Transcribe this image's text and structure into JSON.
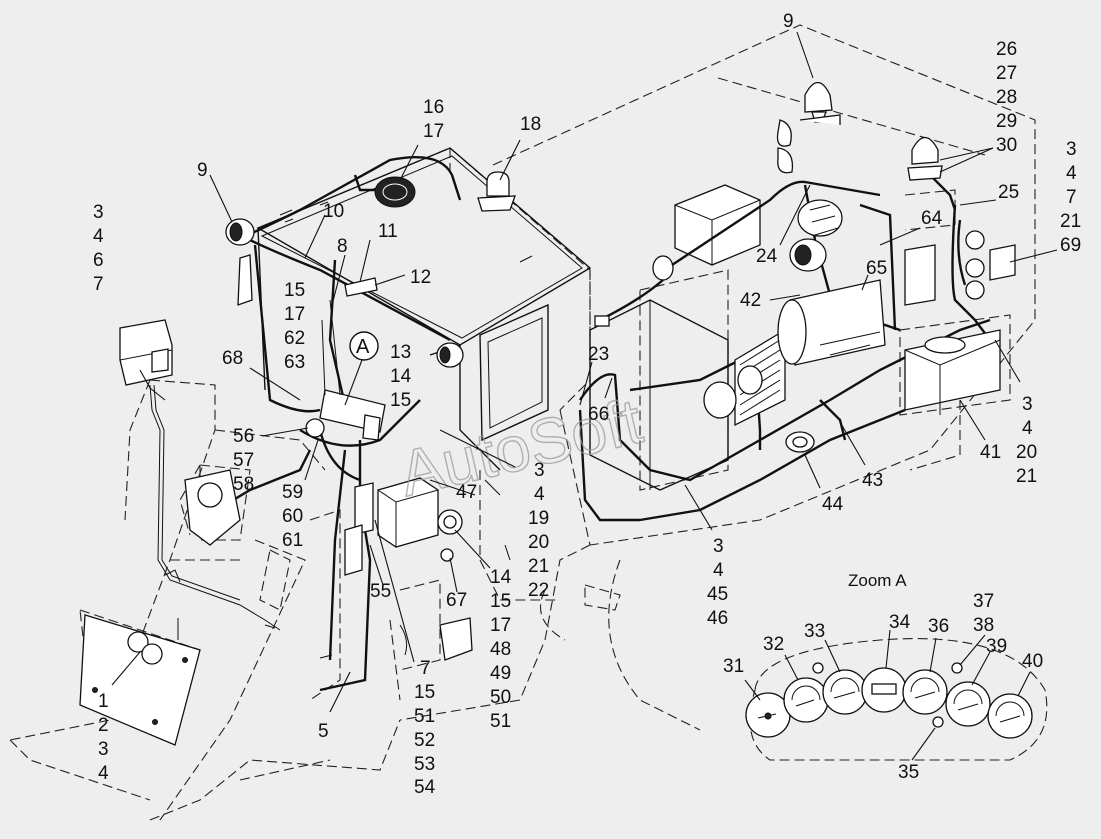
{
  "watermark": "AutoSoft",
  "zoom_label": "Zoom A",
  "detail_marker": "A",
  "callouts": [
    {
      "id": "c9a",
      "text": "9"
    },
    {
      "id": "c9b",
      "text": "9"
    },
    {
      "id": "c10",
      "text": "10"
    },
    {
      "id": "c11",
      "text": "11"
    },
    {
      "id": "c12",
      "text": "12"
    },
    {
      "id": "c8",
      "text": "8"
    },
    {
      "id": "c16",
      "text": "16"
    },
    {
      "id": "c17a",
      "text": "17"
    },
    {
      "id": "c18",
      "text": "18"
    },
    {
      "id": "c15a",
      "text": "15"
    },
    {
      "id": "c17b",
      "text": "17"
    },
    {
      "id": "c62",
      "text": "62"
    },
    {
      "id": "c63",
      "text": "63"
    },
    {
      "id": "c68",
      "text": "68"
    },
    {
      "id": "c13",
      "text": "13"
    },
    {
      "id": "c14a",
      "text": "14"
    },
    {
      "id": "c15b",
      "text": "15"
    },
    {
      "id": "c56",
      "text": "56"
    },
    {
      "id": "c57",
      "text": "57"
    },
    {
      "id": "c58",
      "text": "58"
    },
    {
      "id": "c59",
      "text": "59"
    },
    {
      "id": "c60",
      "text": "60"
    },
    {
      "id": "c61",
      "text": "61"
    },
    {
      "id": "c3a",
      "text": "3"
    },
    {
      "id": "c4a",
      "text": "4"
    },
    {
      "id": "c6",
      "text": "6"
    },
    {
      "id": "c7a",
      "text": "7"
    },
    {
      "id": "c23",
      "text": "23"
    },
    {
      "id": "c66",
      "text": "66"
    },
    {
      "id": "c3b",
      "text": "3"
    },
    {
      "id": "c4b",
      "text": "4"
    },
    {
      "id": "c19",
      "text": "19"
    },
    {
      "id": "c20a",
      "text": "20"
    },
    {
      "id": "c21a",
      "text": "21"
    },
    {
      "id": "c22",
      "text": "22"
    },
    {
      "id": "c47",
      "text": "47"
    },
    {
      "id": "c55",
      "text": "55"
    },
    {
      "id": "c67",
      "text": "67"
    },
    {
      "id": "c14b",
      "text": "14"
    },
    {
      "id": "c15c",
      "text": "15"
    },
    {
      "id": "c17c",
      "text": "17"
    },
    {
      "id": "c48",
      "text": "48"
    },
    {
      "id": "c49",
      "text": "49"
    },
    {
      "id": "c50",
      "text": "50"
    },
    {
      "id": "c51a",
      "text": "51"
    },
    {
      "id": "c7b",
      "text": "7"
    },
    {
      "id": "c15d",
      "text": "15"
    },
    {
      "id": "c51b",
      "text": "51"
    },
    {
      "id": "c52",
      "text": "52"
    },
    {
      "id": "c53",
      "text": "53"
    },
    {
      "id": "c54",
      "text": "54"
    },
    {
      "id": "c5",
      "text": "5"
    },
    {
      "id": "c1",
      "text": "1"
    },
    {
      "id": "c2",
      "text": "2"
    },
    {
      "id": "c3c",
      "text": "3"
    },
    {
      "id": "c4c",
      "text": "4"
    },
    {
      "id": "c24",
      "text": "24"
    },
    {
      "id": "c42",
      "text": "42"
    },
    {
      "id": "c64",
      "text": "64"
    },
    {
      "id": "c65",
      "text": "65"
    },
    {
      "id": "c25",
      "text": "25"
    },
    {
      "id": "c26",
      "text": "26"
    },
    {
      "id": "c27",
      "text": "27"
    },
    {
      "id": "c28",
      "text": "28"
    },
    {
      "id": "c29",
      "text": "29"
    },
    {
      "id": "c30",
      "text": "30"
    },
    {
      "id": "c3d",
      "text": "3"
    },
    {
      "id": "c4d",
      "text": "4"
    },
    {
      "id": "c7c",
      "text": "7"
    },
    {
      "id": "c21b",
      "text": "21"
    },
    {
      "id": "c69",
      "text": "69"
    },
    {
      "id": "c3e",
      "text": "3"
    },
    {
      "id": "c4e",
      "text": "4"
    },
    {
      "id": "c20b",
      "text": "20"
    },
    {
      "id": "c21c",
      "text": "21"
    },
    {
      "id": "c41",
      "text": "41"
    },
    {
      "id": "c43",
      "text": "43"
    },
    {
      "id": "c44",
      "text": "44"
    },
    {
      "id": "c3f",
      "text": "3"
    },
    {
      "id": "c4f",
      "text": "4"
    },
    {
      "id": "c45",
      "text": "45"
    },
    {
      "id": "c46",
      "text": "46"
    },
    {
      "id": "c31",
      "text": "31"
    },
    {
      "id": "c32",
      "text": "32"
    },
    {
      "id": "c33",
      "text": "33"
    },
    {
      "id": "c34",
      "text": "34"
    },
    {
      "id": "c36",
      "text": "36"
    },
    {
      "id": "c37",
      "text": "37"
    },
    {
      "id": "c38",
      "text": "38"
    },
    {
      "id": "c39",
      "text": "39"
    },
    {
      "id": "c40",
      "text": "40"
    },
    {
      "id": "c35",
      "text": "35"
    }
  ]
}
